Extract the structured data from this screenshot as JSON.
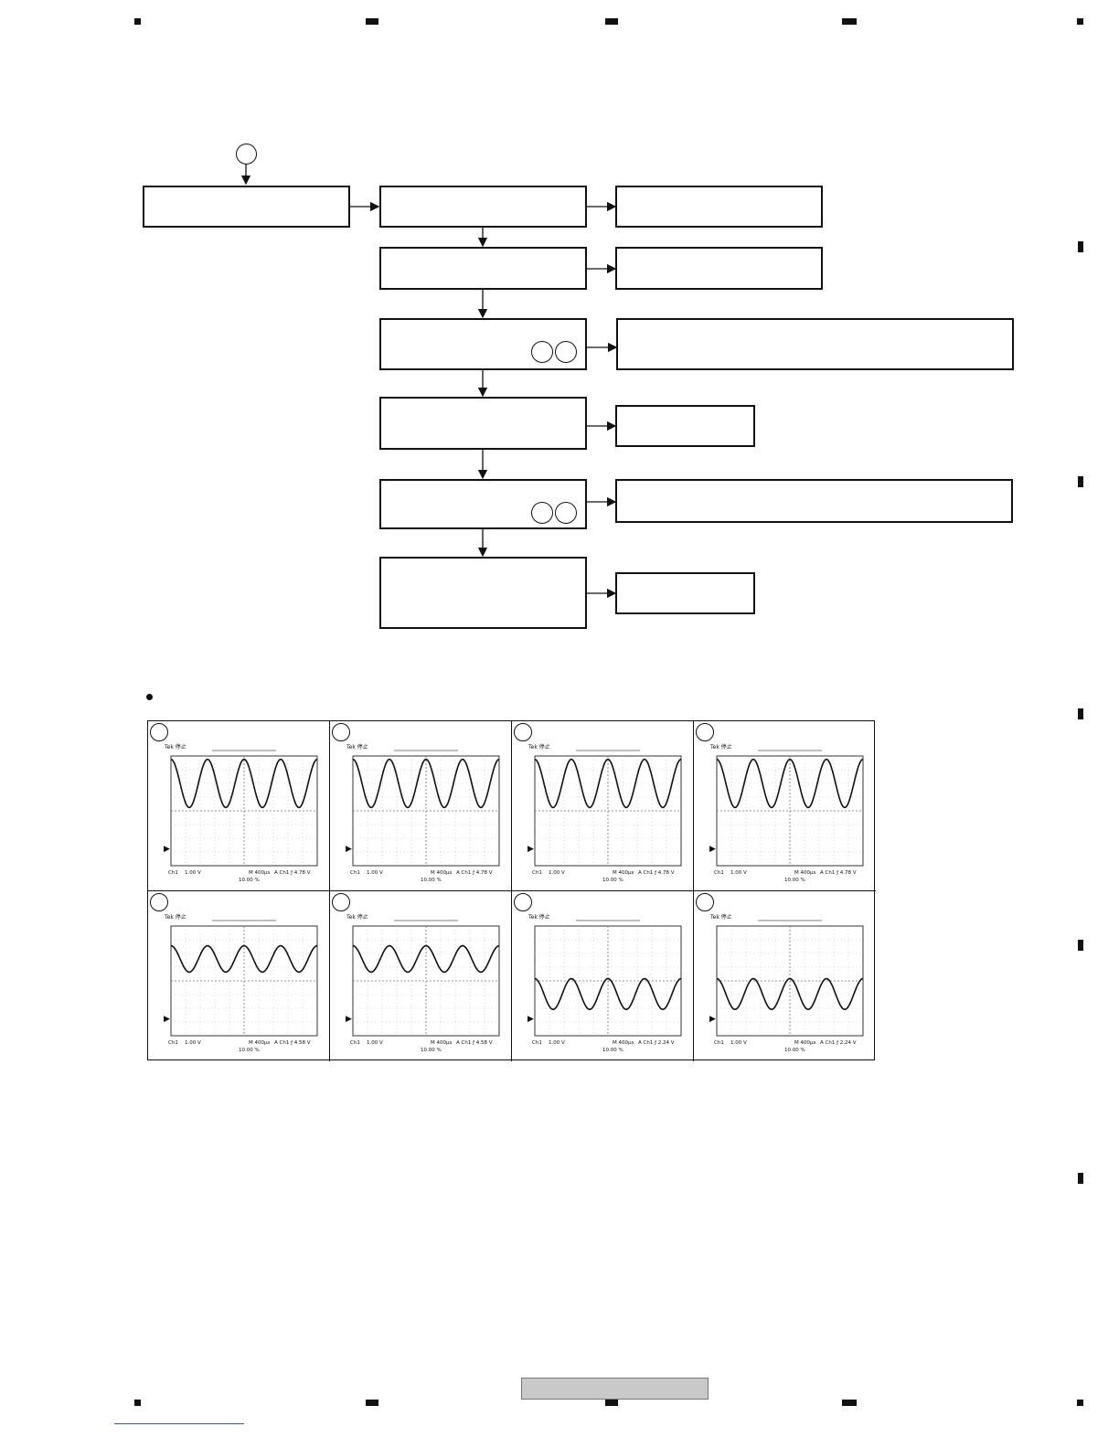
{
  "flowchart": {
    "boxes": [
      "",
      "",
      "",
      "",
      "",
      "",
      "",
      "",
      "",
      "",
      "",
      "",
      ""
    ],
    "circle_labels": [
      "",
      "",
      "",
      "",
      ""
    ]
  },
  "waveforms": {
    "panels": [
      {
        "circle_label": "",
        "header": "Tek 停止",
        "ch_label": "Ch1",
        "scale": "1.00 V",
        "timebase": "M 400µs",
        "trigger": "A  Ch1  ƒ  4.78 V",
        "position": "10.00 %",
        "level": 0.25,
        "amplitude": 0.22
      },
      {
        "circle_label": "",
        "header": "Tek 停止",
        "ch_label": "Ch1",
        "scale": "1.00 V",
        "timebase": "M 400µs",
        "trigger": "A  Ch1  ƒ  4.78 V",
        "position": "10.00 %",
        "level": 0.25,
        "amplitude": 0.22
      },
      {
        "circle_label": "",
        "header": "Tek 停止",
        "ch_label": "Ch1",
        "scale": "1.00 V",
        "timebase": "M 400µs",
        "trigger": "A  Ch1  ƒ  4.78 V",
        "position": "10.00 %",
        "level": 0.25,
        "amplitude": 0.22
      },
      {
        "circle_label": "",
        "header": "Tek 停止",
        "ch_label": "Ch1",
        "scale": "1.00 V",
        "timebase": "M 400µs",
        "trigger": "A  Ch1  ƒ  4.78 V",
        "position": "10.00 %",
        "level": 0.25,
        "amplitude": 0.22
      },
      {
        "circle_label": "",
        "header": "Tek 停止",
        "ch_label": "Ch1",
        "scale": "1.00 V",
        "timebase": "M 400µs",
        "trigger": "A  Ch1  ƒ  4.58 V",
        "position": "10.00 %",
        "level": 0.3,
        "amplitude": 0.12
      },
      {
        "circle_label": "",
        "header": "Tek 停止",
        "ch_label": "Ch1",
        "scale": "1.00 V",
        "timebase": "M 400µs",
        "trigger": "A  Ch1  ƒ  4.58 V",
        "position": "10.00 %",
        "level": 0.3,
        "amplitude": 0.12
      },
      {
        "circle_label": "",
        "header": "Tek 停止",
        "ch_label": "Ch1",
        "scale": "1.00 V",
        "timebase": "M 400µs",
        "trigger": "A  Ch1  ƒ  2.24 V",
        "position": "10.00 %",
        "level": 0.62,
        "amplitude": 0.14
      },
      {
        "circle_label": "",
        "header": "Tek 停止",
        "ch_label": "Ch1",
        "scale": "1.00 V",
        "timebase": "M 400µs",
        "trigger": "A  Ch1  ƒ  2.24 V",
        "position": "10.00 %",
        "level": 0.62,
        "amplitude": 0.14
      }
    ]
  },
  "footer": {
    "label": ""
  }
}
